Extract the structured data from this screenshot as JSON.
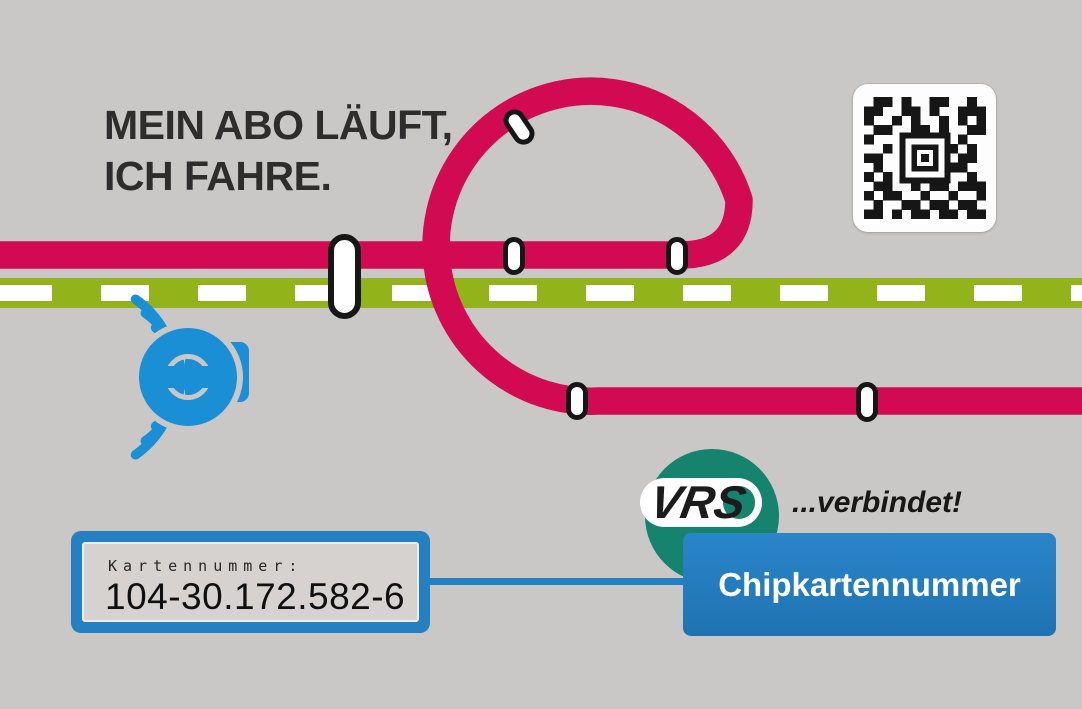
{
  "headline": {
    "line1": "MEIN ABO LÄUFT,",
    "line2": "ICH FAHRE."
  },
  "card_number_box": {
    "label": "Kartennummer:",
    "value": "104-30.172.582-6"
  },
  "chip_callout": {
    "label": "Chipkartennummer"
  },
  "vrs_logo": {
    "text": "VRS",
    "tagline": "...verbindet!"
  },
  "icons": {
    "eticket": "eticket-contactless-icon",
    "barcode": "2d-barcode",
    "stations": "station-marker"
  },
  "colors": {
    "pink": "#d20a52",
    "green": "#92b31a",
    "blue": "#2580c2",
    "iconblue": "#1a8fd6",
    "teal": "#15836d",
    "ink": "#2e2c2c",
    "bg": "#cac8c6",
    "code": "#161616"
  },
  "barcode": {
    "modules": [
      "0110100110010",
      "1100110100111",
      "1001010010101",
      "0110011010011",
      "1000000000100",
      "0010000001010",
      "1100000000110",
      "0100000001100",
      "1010000000010",
      "0110010110111",
      "1011001001001",
      "0100110110110",
      "1101011011011"
    ]
  }
}
